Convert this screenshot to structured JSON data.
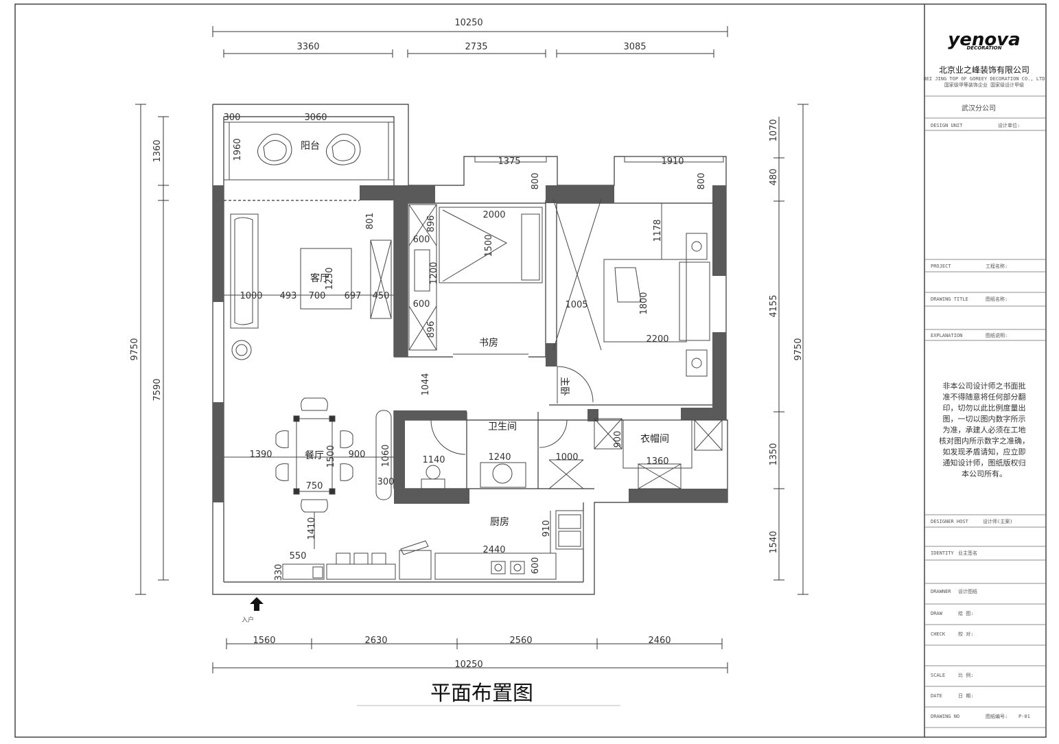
{
  "drawing_title": "平面布置图",
  "entrance_label": "入户",
  "dimensions": {
    "top_total": "10250",
    "top_segments": [
      "3360",
      "2735",
      "3085"
    ],
    "bottom_total": "10250",
    "bottom_segments": [
      "1560",
      "2630",
      "2560",
      "2460"
    ],
    "left_total": "9750",
    "left_segments": [
      "1360",
      "7590"
    ],
    "right_total": "9750",
    "right_segments": [
      "1070",
      "480",
      "4155",
      "1350",
      "1540"
    ]
  },
  "rooms": {
    "balcony": "阳台",
    "living": "客厅",
    "study": "书房",
    "master": "主卧",
    "bath": "卫生间",
    "closet": "衣帽间",
    "dining": "餐厅",
    "kitchen": "厨房"
  },
  "inner_dims": {
    "d300": "300",
    "d3060": "3060",
    "d1960": "1960",
    "d1375": "1375",
    "d800a": "800",
    "d1910": "1910",
    "d800b": "800",
    "d801": "801",
    "d896a": "896",
    "d600a": "600",
    "d2000": "2000",
    "d1500a": "1500",
    "d1200": "1200",
    "d600b": "600",
    "d896b": "896",
    "d1000a": "1000",
    "d493": "493",
    "d700": "700",
    "d1250": "1250",
    "d697": "697",
    "d450": "450",
    "d1178": "1178",
    "d1005": "1005",
    "d1800": "1800",
    "d2200": "2200",
    "d1044": "1044",
    "d1390": "1390",
    "d1500b": "1500",
    "d900a": "900",
    "d1060": "1060",
    "d750": "750",
    "d1140": "1140",
    "d1240": "1240",
    "d1000b": "1000",
    "d300b": "300",
    "d900b": "900",
    "d1360": "1360",
    "d1410": "1410",
    "d910": "910",
    "d550": "550",
    "d2440": "2440",
    "d600c": "600",
    "d330": "330"
  },
  "title_block": {
    "brand": "yenova",
    "brand_sub": "DECORATION",
    "company_cn": "北京业之峰装饰有限公司",
    "company_en": "BEI JING TOP OF GOREEY DECORATION CO., LTD",
    "company_tag": "国家级甲等装饰企业 国家级设计甲级",
    "branch": "武汉分公司",
    "row_design_unit": "DESIGN UNIT",
    "row_design_unit_v": "设计单位:",
    "row_project": "PROJECT",
    "row_project_v": "工程名称:",
    "row_drawing_title": "DRAWING TITLE",
    "row_drawing_title_v": "图纸名称:",
    "row_explanation": "EXPLANATION",
    "row_explanation_v": "图纸说明:",
    "note": [
      "非本公司设计师之书面批",
      "准不得随意将任何部分翻",
      "印，切勿以此比例度量出",
      "图，一切以图内数字所示",
      "为准，承建人必须在工地",
      "核对图内所示数字之准确，",
      "如发现矛盾请知，应立即",
      "通知设计师，图纸版权归",
      "本公司所有。"
    ],
    "row_designer": "DESIGNER HOST",
    "row_designer_v": "设计师(主案)",
    "row_identity": "IDENTITY",
    "row_identity_v": "业主签名",
    "row_drawer": "DRAWNER",
    "row_drawer_v": "设计图纸",
    "row_draw": "DRAW",
    "row_draw_v": "绘 图:",
    "row_check": "CHECK",
    "row_check_v": "校 对:",
    "row_scale": "SCALE",
    "row_scale_v": "比 例:",
    "row_date": "DATE",
    "row_date_v": "日 期:",
    "row_drawing_no": "DRAWING NO",
    "row_drawing_no_v": "图纸编号:",
    "row_page": "P-01"
  }
}
